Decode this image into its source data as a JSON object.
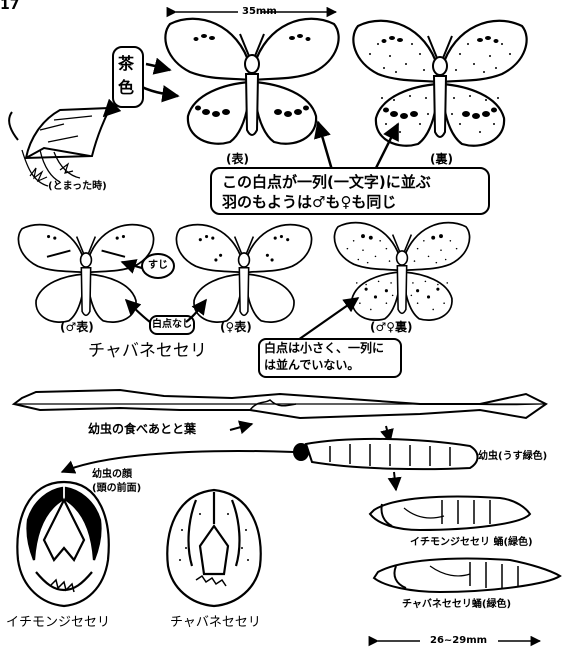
{
  "figure_number": "17",
  "labels": {
    "top_scale": "35mm",
    "tea_color": "茶色",
    "resting": "(とまった時)",
    "upperside": "(表)",
    "underside": "(裏)",
    "callout_line1": "この白点が一列(一文字)に並ぶ",
    "callout_line2": "羽のもようは♂も♀も同じ",
    "vein": "すじ",
    "male_up": "(♂表)",
    "female_up": "(♀表)",
    "no_white": "白点なし",
    "mf_under": "(♂♀裏)",
    "species_mid": "チャバネセセリ",
    "note_line1": "白点は小さく、一列に",
    "note_line2": "は並んでいない。",
    "leaf_eaten": "幼虫の食べあとと葉",
    "larva": "幼虫(うす緑色)",
    "larva_head1": "幼虫の顔",
    "larva_head2": "(頭の前面)",
    "pupa1": "イチモンジセセリ 蛹(緑色)",
    "pupa2": "チャバネセセリ蛹(緑色)",
    "head_species1": "イチモンジセセリ",
    "head_species2": "チャバネセセリ",
    "bottom_scale": "26~29mm"
  }
}
